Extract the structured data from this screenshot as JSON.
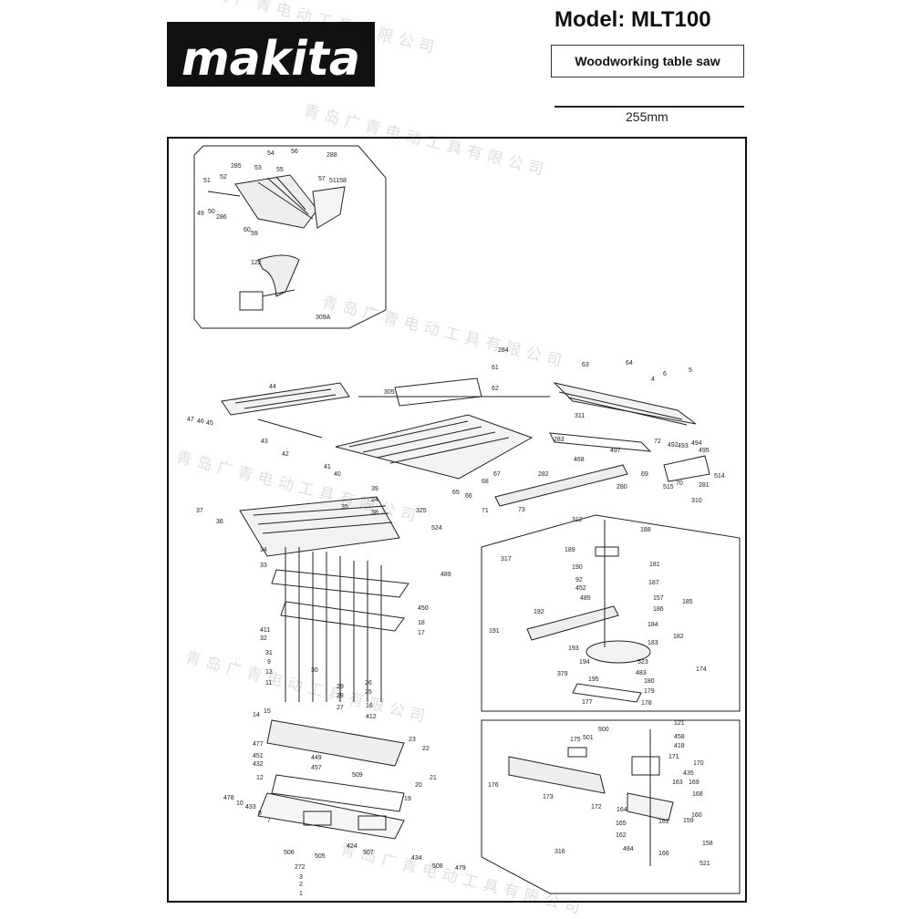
{
  "header": {
    "brand": "makita",
    "registered_mark": "®",
    "model": "Model: MLT100",
    "description": "Woodworking table saw",
    "blade_size": "255mm"
  },
  "watermark_text": "青岛广青电动工具有限公司",
  "callouts": {
    "guard_inset": [
      "54",
      "56",
      "288",
      "285",
      "53",
      "55",
      "52",
      "57",
      "51",
      "51158",
      "49",
      "50",
      "286",
      "60",
      "59",
      "122",
      "309A"
    ],
    "table": [
      "284",
      "61",
      "62",
      "305",
      "63",
      "64",
      "4",
      "6",
      "5",
      "44",
      "47",
      "46",
      "45",
      "43",
      "42",
      "41",
      "40",
      "311",
      "72",
      "283",
      "468",
      "497",
      "492",
      "493",
      "494",
      "495",
      "65",
      "66",
      "68",
      "67",
      "282",
      "280",
      "69",
      "70",
      "281",
      "514",
      "515",
      "310",
      "39",
      "24",
      "38",
      "325",
      "71",
      "73",
      "312",
      "37",
      "36",
      "35",
      "524",
      "489"
    ],
    "lower": [
      "188",
      "189",
      "181",
      "190",
      "187",
      "92",
      "452",
      "485",
      "157",
      "186",
      "185",
      "184",
      "192",
      "182",
      "191",
      "183",
      "379",
      "193",
      "194",
      "174",
      "523",
      "483",
      "180",
      "179",
      "195",
      "178",
      "177",
      "317",
      "34",
      "33",
      "450",
      "18",
      "17",
      "411",
      "32",
      "31",
      "9",
      "13",
      "11",
      "30",
      "29",
      "28",
      "26",
      "25",
      "27",
      "16",
      "412",
      "14",
      "15",
      "477",
      "451",
      "432",
      "449",
      "457",
      "509",
      "23",
      "22",
      "21",
      "20",
      "19",
      "12",
      "478",
      "10",
      "433",
      "8",
      "7",
      "506",
      "272",
      "3",
      "2",
      "1",
      "505",
      "424",
      "507",
      "434",
      "508",
      "479",
      "175",
      "501",
      "500",
      "121",
      "458",
      "418",
      "171",
      "170",
      "435",
      "163",
      "169",
      "168",
      "160",
      "159",
      "161",
      "158",
      "521",
      "166",
      "484",
      "162",
      "165",
      "164",
      "176",
      "173",
      "172",
      "316"
    ]
  },
  "colors": {
    "ink": "#111111",
    "paper": "#ffffff",
    "watermark": "#c8c8c8"
  }
}
